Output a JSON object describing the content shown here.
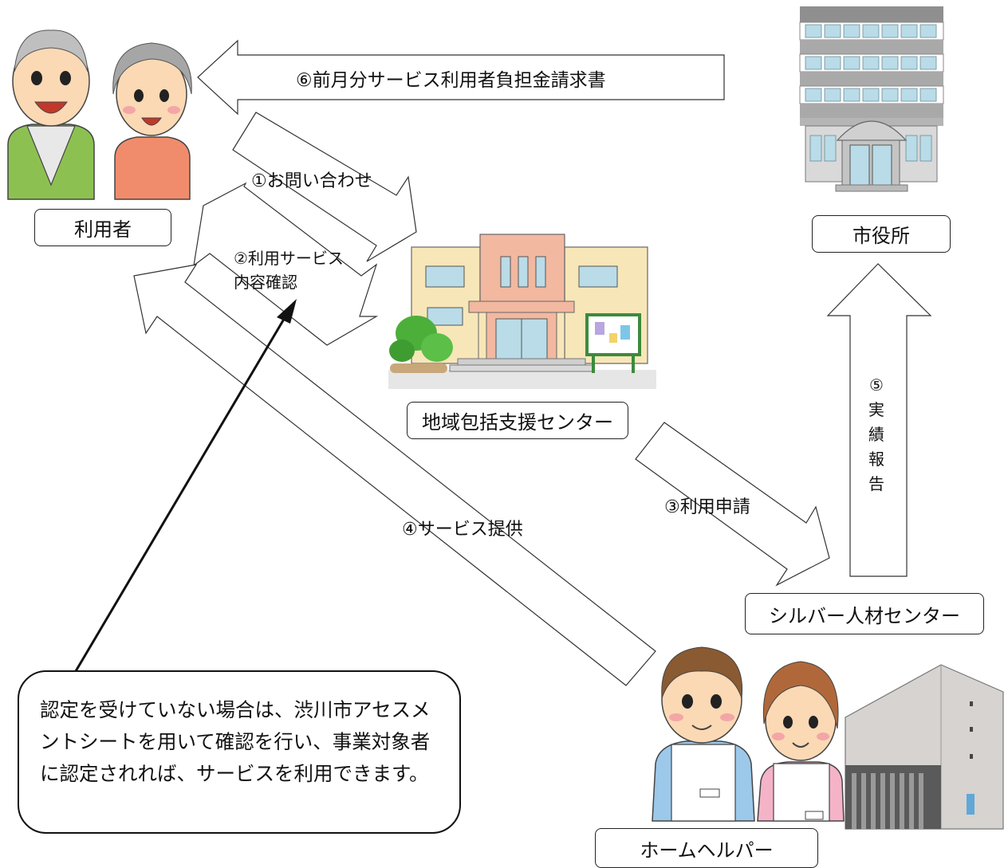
{
  "labels": {
    "user": "利用者",
    "city_hall": "市役所",
    "support_center": "地域包括支援センター",
    "silver_center": "シルバー人材センター",
    "home_helper": "ホームヘルパー"
  },
  "steps": {
    "s1": "①お問い合わせ",
    "s2": "②利用サービス\n内容確認",
    "s3": "③利用申請",
    "s4": "④サービス提供",
    "s5": [
      "⑤",
      "実",
      "績",
      "報",
      "告"
    ],
    "s6": "⑥前月分サービス利用者負担金請求書"
  },
  "note": "認定を受けていない場合は、渋川市アセスメントシートを用いて確認を行い、事業対象者に認定されれば、サービスを利用できます。",
  "colors": {
    "line": "#333333",
    "building_gray": "#a9a9a9",
    "window_blue": "#b9dce8",
    "center_wall": "#f7e6b8",
    "center_accent": "#f2b8a0",
    "tree_green": "#4caf3a",
    "skin": "#fbd9b5",
    "grandpa_vest": "#8cc152",
    "grandma_top": "#f08c6c",
    "helper_blue": "#9cc8ea",
    "helper_pink": "#f5b3c8"
  }
}
